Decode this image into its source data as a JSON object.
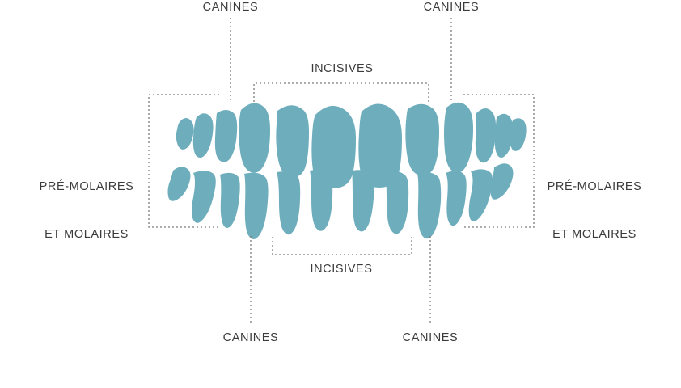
{
  "diagram": {
    "title": "Dental arch anatomy diagram",
    "colors": {
      "tooth_fill": "#6EADBC",
      "label_text": "#3b3b3b",
      "leader_line": "#7d7d7d",
      "background": "#ffffff"
    }
  },
  "labels": {
    "canines_top_left": "CANINES",
    "canines_top_right": "CANINES",
    "canines_bottom_left": "CANINES",
    "canines_bottom_right": "CANINES",
    "incisives_top": "INCISIVES",
    "incisives_bottom": "INCISIVES",
    "premolars_left_line1": "PRÉ-MOLAIRES",
    "premolars_left_line2": "ET MOLAIRES",
    "premolars_right_line1": "PRÉ-MOLAIRES",
    "premolars_right_line2": "ET MOLAIRES"
  }
}
